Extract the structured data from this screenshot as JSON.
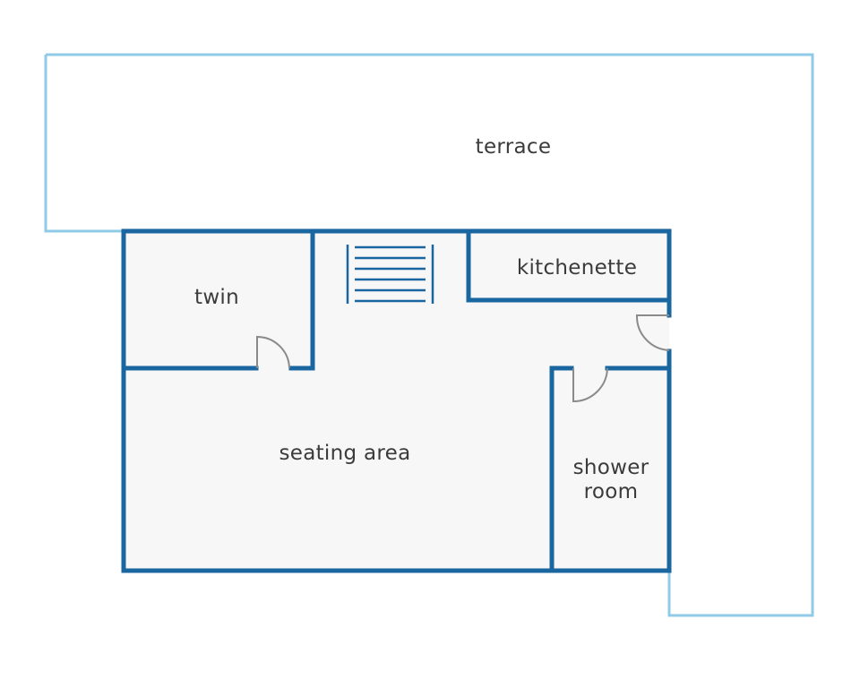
{
  "colors": {
    "background": "#ffffff",
    "floor": "#f7f7f7",
    "wall": "#1a66a1",
    "terrace_outline": "#8fcbe6",
    "door": "#8a8a8a",
    "label": "#3b3b3b"
  },
  "rooms": {
    "terrace": {
      "label": "terrace"
    },
    "twin": {
      "label": "twin"
    },
    "kitchenette": {
      "label": "kitchenette"
    },
    "seating_area": {
      "label": "seating area"
    },
    "shower_room": {
      "label_line1": "shower",
      "label_line2": "room"
    }
  },
  "icons": {
    "stairs": "stairs-icon",
    "door": "door-swing-icon"
  }
}
